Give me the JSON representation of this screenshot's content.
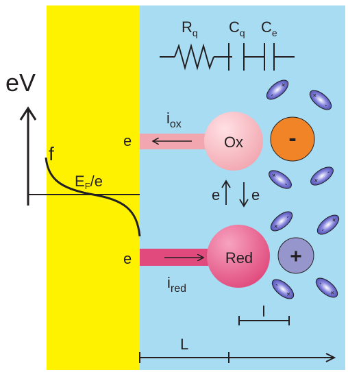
{
  "colors": {
    "electrode": "#fff200",
    "electrolyte": "#a8dcf3",
    "ox_sphere": "#f2a7b0",
    "red_sphere": "#e04a7c",
    "negative_ion": "#f18427",
    "positive_ion": "#9695cc",
    "dipole": "#3b3aa3",
    "line": "#231f20"
  },
  "axis": {
    "label": "eV"
  },
  "fermi": {
    "f_label": "f",
    "label_main": "E",
    "label_sub": "F",
    "label_tail": "/e"
  },
  "circuit": {
    "resistor_main": "R",
    "resistor_sub": "q",
    "cap1_main": "C",
    "cap1_sub": "q",
    "cap2_main": "C",
    "cap2_sub": "e"
  },
  "ox": {
    "electron_label": "e",
    "current_main": "i",
    "current_sub": "ox",
    "species_label": "Ox",
    "ion_label": "-"
  },
  "red": {
    "electron_label": "e",
    "current_main": "i",
    "current_sub": "red",
    "species_label": "Red",
    "ion_label": "+"
  },
  "transfer": {
    "left_label": "e",
    "right_label": "e"
  },
  "scale": {
    "small_length": "l",
    "large_length": "L"
  },
  "dipoles": {
    "plus_sign": "+",
    "minus_sign": "-"
  }
}
